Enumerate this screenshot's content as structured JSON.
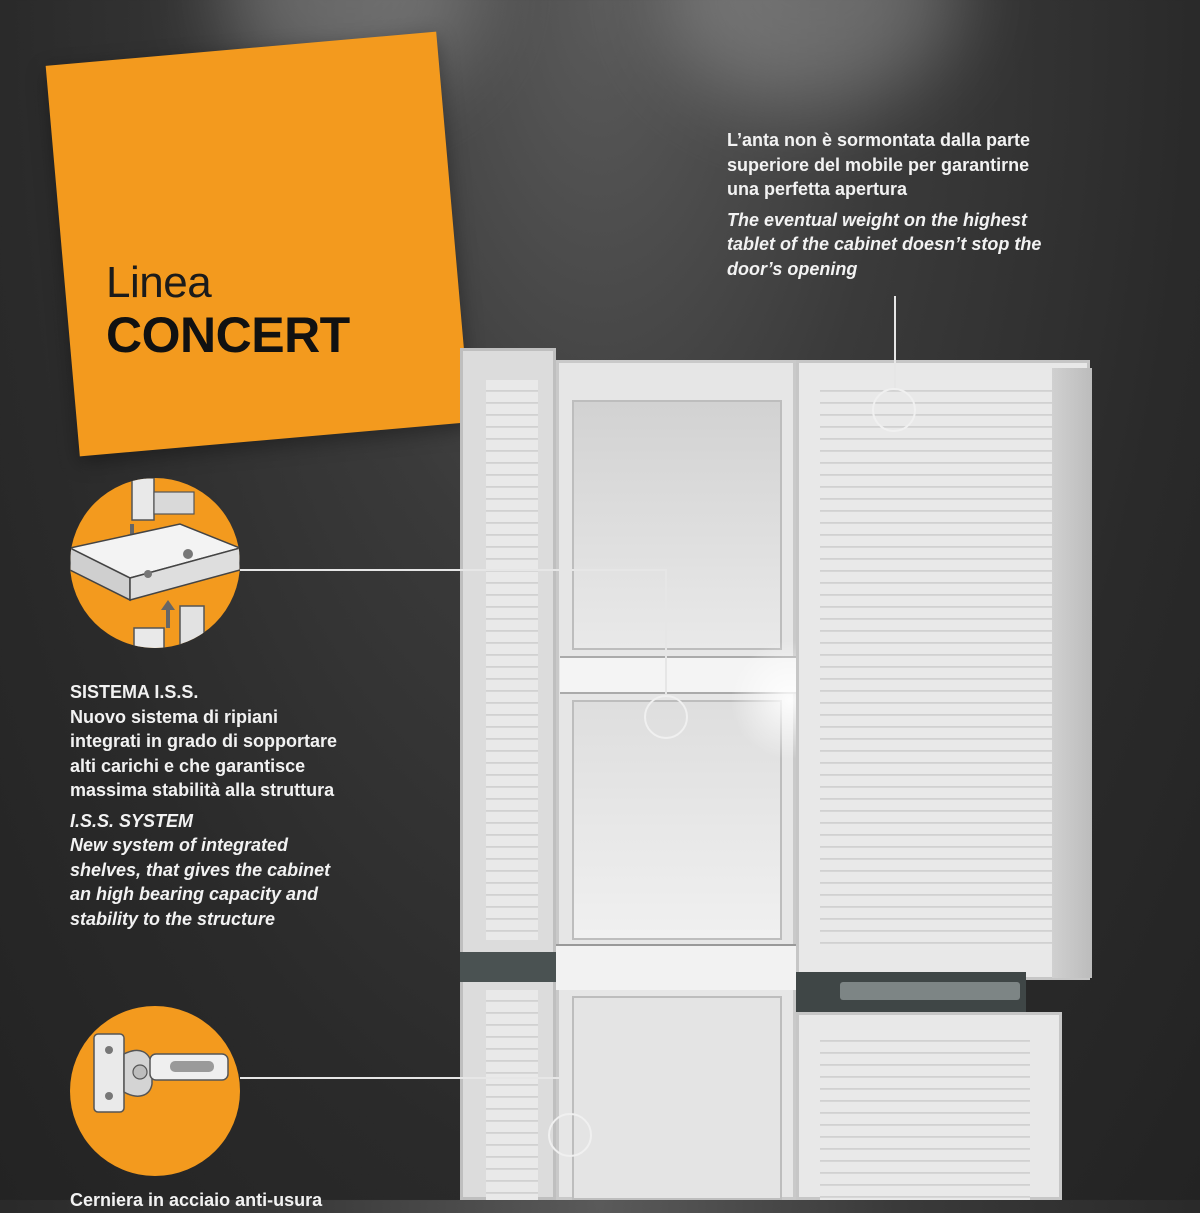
{
  "title": {
    "line1": "Linea",
    "line2": "CONCERT"
  },
  "callouts": {
    "door": {
      "it_lines": [
        "L’anta non è sormontata dalla parte",
        "superiore del mobile per garantirne",
        "una perfetta apertura"
      ],
      "en_lines": [
        "The eventual weight on the highest",
        "tablet of the cabinet doesn’t stop the",
        "door’s opening"
      ]
    },
    "iss": {
      "it_title": "SISTEMA I.S.S.",
      "it_lines": [
        "Nuovo sistema di ripiani",
        "integrati in grado di sopportare",
        "alti carichi e che garantisce",
        "massima stabilità alla struttura"
      ],
      "en_title": "I.S.S. SYSTEM",
      "en_lines": [
        "New system of integrated",
        "shelves, that gives the cabinet",
        "an high bearing capacity and",
        "stability to the structure"
      ]
    },
    "hinge": {
      "it_lines": [
        "Cerniera in acciaio anti-usura"
      ]
    }
  },
  "colors": {
    "accent": "#f39a1e",
    "background": "#2e2e2e",
    "text": "#f2f2f2"
  },
  "icons": {
    "shelf_detail": "shelf-joint-icon",
    "hinge_detail": "steel-hinge-icon"
  }
}
